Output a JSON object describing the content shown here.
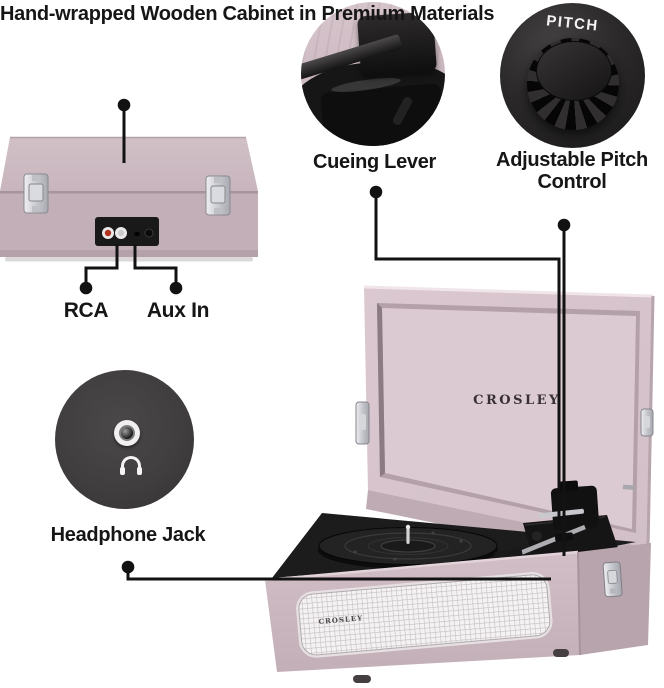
{
  "annotations": {
    "cabinet_feature_label": "Hand-wrapped Wooden Cabinet in Premium Materials",
    "rca_label": "RCA",
    "aux_in_label": "Aux In",
    "cueing_lever_label": "Cueing Lever",
    "pitch_control_label": "Adjustable Pitch Control",
    "headphone_jack_label": "Headphone Jack"
  },
  "insets": {
    "pitch_text": "PITCH"
  },
  "product": {
    "lid_brand": "CROSLEY",
    "grille_brand": "CROSLEY"
  },
  "colors": {
    "annotation_line": "#121212",
    "label_text": "#161616",
    "case_pink_front": "#c3afb7",
    "case_pink_top": "#cfbdc4",
    "lid_inner_pink": "#dccad2",
    "deck_black": "#1d1c1d",
    "rca_jack_red": "#b0321f",
    "stylus_red": "#c23b27",
    "grille_mesh": "#f4f2f3"
  }
}
